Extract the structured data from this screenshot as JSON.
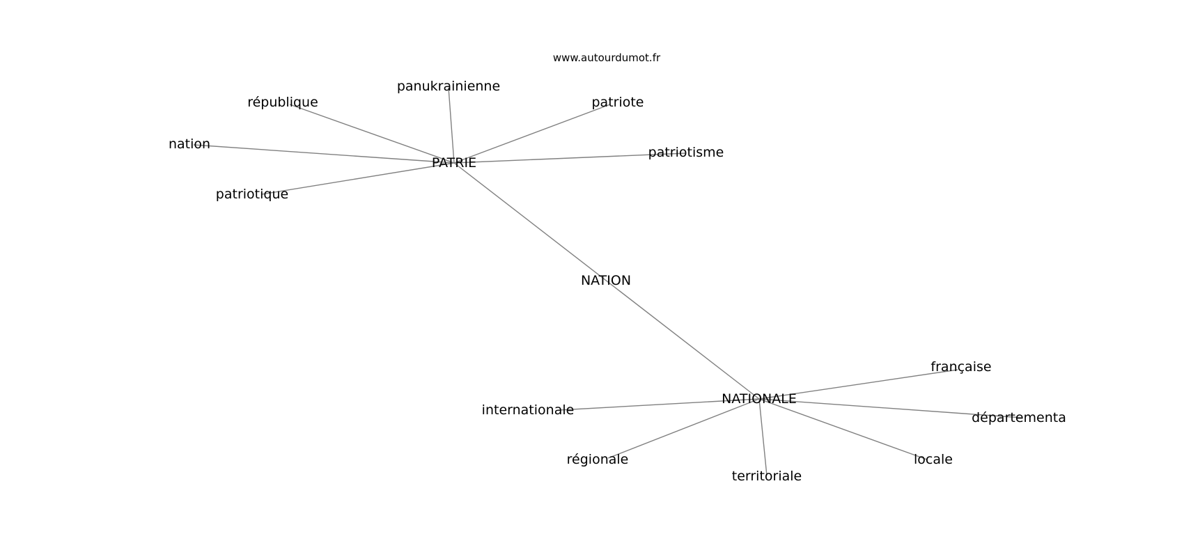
{
  "site": "www.autourdumot.fr",
  "graph": {
    "nodes": [
      {
        "id": "patrie",
        "label": "PATRIE"
      },
      {
        "id": "nation_center",
        "label": "NATION"
      },
      {
        "id": "nationale",
        "label": "NATIONALE"
      },
      {
        "id": "panukrainienne",
        "label": "panukrainienne"
      },
      {
        "id": "republique",
        "label": "république"
      },
      {
        "id": "patriote",
        "label": "patriote"
      },
      {
        "id": "nation",
        "label": "nation"
      },
      {
        "id": "patriotisme",
        "label": "patriotisme"
      },
      {
        "id": "patriotique",
        "label": "patriotique"
      },
      {
        "id": "francaise",
        "label": "française"
      },
      {
        "id": "internationale",
        "label": "internationale"
      },
      {
        "id": "departementa",
        "label": "départementa"
      },
      {
        "id": "regionale",
        "label": "régionale"
      },
      {
        "id": "locale",
        "label": "locale"
      },
      {
        "id": "territoriale",
        "label": "territoriale"
      }
    ],
    "edges": [
      [
        "patrie",
        "panukrainienne"
      ],
      [
        "patrie",
        "republique"
      ],
      [
        "patrie",
        "patriote"
      ],
      [
        "patrie",
        "nation"
      ],
      [
        "patrie",
        "patriotisme"
      ],
      [
        "patrie",
        "patriotique"
      ],
      [
        "patrie",
        "nationale"
      ],
      [
        "nationale",
        "francaise"
      ],
      [
        "nationale",
        "internationale"
      ],
      [
        "nationale",
        "departementa"
      ],
      [
        "nationale",
        "regionale"
      ],
      [
        "nationale",
        "locale"
      ],
      [
        "nationale",
        "territoriale"
      ]
    ]
  }
}
